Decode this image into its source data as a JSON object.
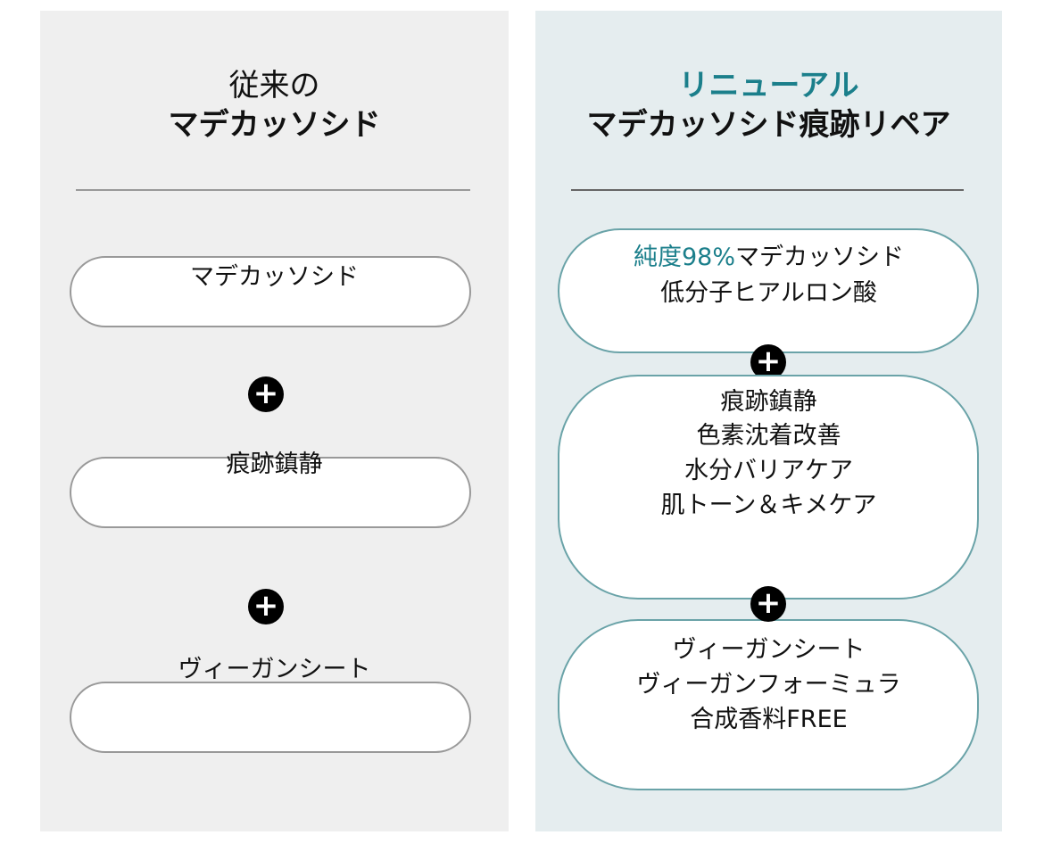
{
  "left": {
    "title_line1": "従来の",
    "title_line2": "マデカッソシド",
    "items": [
      "マデカッソシド",
      "痕跡鎮静",
      "ヴィーガンシート"
    ]
  },
  "right": {
    "title_line1": "リニューアル",
    "title_line2": "マデカッソシド痕跡リペア",
    "item1": {
      "highlight": "純度98%",
      "rest": "マデカッソシド",
      "line2": "低分子ヒアルロン酸"
    },
    "item2": {
      "line1": "痕跡鎮静",
      "line2": "色素沈着改善",
      "line3": "水分バリアケア",
      "line4": "肌トーン＆キメケア"
    },
    "item3": {
      "line1": "ヴィーガンシート",
      "line2": "ヴィーガンフォーミュラ",
      "line3": "合成香料FREE"
    }
  },
  "plus_symbol": "+",
  "colors": {
    "accent": "#1b7f8b",
    "left_bg": "#efefef",
    "right_bg": "#e5edef"
  }
}
